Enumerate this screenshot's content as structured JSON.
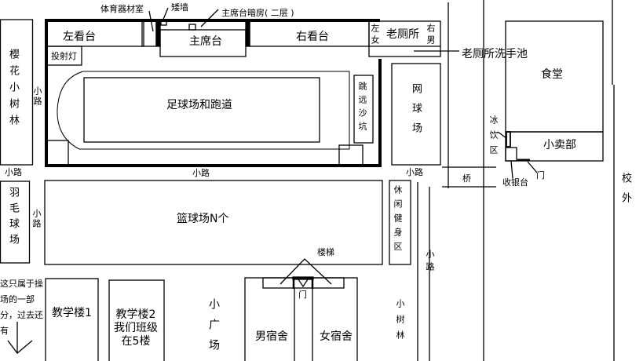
{
  "map": {
    "sakura_grove": "樱花小树林",
    "path": "小路",
    "equipment_room": "体育器材室",
    "low_wall": "矮墙",
    "darkroom": "主席台暗房( 二层 )",
    "left_stand": "左看台",
    "main_stand": "主席台",
    "right_stand": "右看台",
    "floodlight": "投射灯",
    "field": "足球场和跑道",
    "long_jump": "跳远沙坑",
    "old_toilet": "老厕所",
    "toilet_left": "左女",
    "toilet_right": "右男",
    "sink": "老厕所洗手池",
    "tennis": "网球场",
    "canteen": "食堂",
    "shop": "小卖部",
    "cold_drinks": "冰饮区",
    "cashier": "收银台",
    "door": "门",
    "bridge": "桥",
    "outside": "校外",
    "badminton": "羽毛球场",
    "basketball": "篮球场N个",
    "leisure": "休闲健身区",
    "stairs": "楼梯",
    "note": "这只属于操\n场的一部\n分，过去还\n有",
    "building1": "教学楼1",
    "building2": "教学楼2\n我们班级\n在5楼",
    "plaza": "小广场",
    "male_dorm": "男宿舍",
    "female_dorm": "女宿舍",
    "small_grove": "小树林"
  }
}
